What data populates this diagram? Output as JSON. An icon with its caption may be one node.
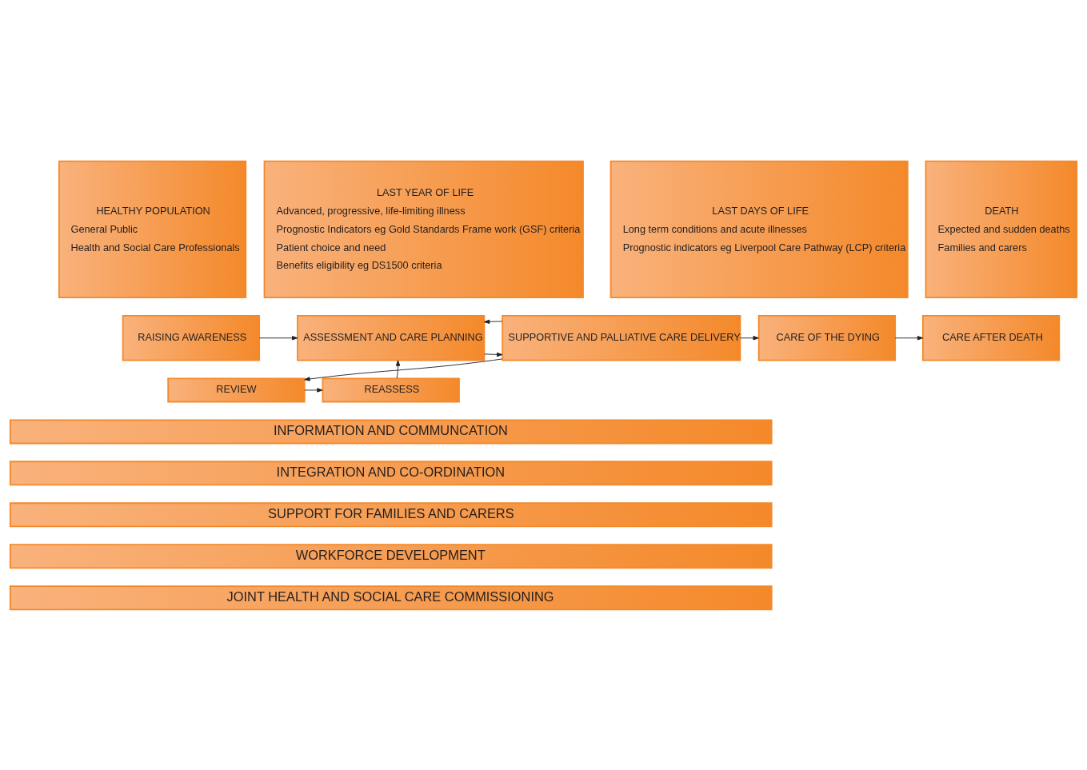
{
  "diagram": {
    "nodes": [
      {
        "text": [
          "HEALTHY POPULATION",
          "General Public",
          "Health and Social Care Professionals"
        ]
      },
      {
        "text": [
          "LAST YEAR OF LIFE",
          "Advanced, progressive, life-limiting illness",
          "Prognostic Indicators eg Gold Standards Frame work (GSF) criteria",
          "Patient choice and need",
          "Benefits eligibility eg DS1500 criteria"
        ]
      },
      {
        "text": [
          "LAST DAYS OF LIFE",
          "Long term conditions and acute illnesses",
          "Prognostic indicators eg Liverpool Care Pathway (LCP) criteria"
        ]
      },
      {
        "text": [
          "DEATH",
          "Expected and sudden deaths",
          "Families and carers"
        ]
      },
      {
        "text": [
          "RAISING AWARENESS"
        ]
      },
      {
        "text": [
          "ASSESSMENT AND CARE PLANNING"
        ]
      },
      {
        "text": [
          "SUPPORTIVE AND PALLIATIVE CARE DELIVERY"
        ]
      },
      {
        "text": [
          "CARE OF THE DYING"
        ]
      },
      {
        "text": [
          "CARE AFTER DEATH"
        ]
      },
      {
        "text": [
          "REASSESS"
        ]
      },
      {
        "text": [
          "REVIEW"
        ]
      },
      {
        "text": [
          "INFORMATION AND COMMUNCATION"
        ]
      },
      {
        "text": [
          "INTEGRATION AND CO-ORDINATION"
        ]
      },
      {
        "text": [
          "SUPPORT FOR FAMILIES AND CARERS"
        ]
      },
      {
        "text": [
          "WORKFORCE DEVELOPMENT"
        ]
      },
      {
        "text": [
          "JOINT HEALTH AND SOCIAL CARE COMMISSIONING"
        ]
      }
    ],
    "edges": [
      {
        "from": 4,
        "to": 5,
        "arrow": "to"
      },
      {
        "from": 5,
        "to": 6,
        "arrow": "to"
      },
      {
        "from": 6,
        "to": 5,
        "arrow": "to"
      },
      {
        "from": 6,
        "to": 7,
        "arrow": "to"
      },
      {
        "from": 7,
        "to": 8,
        "arrow": "to"
      },
      {
        "from": 6,
        "to": 10,
        "arrow": "to"
      },
      {
        "from": 10,
        "to": 9,
        "arrow": "to"
      },
      {
        "from": 9,
        "to": 5,
        "arrow": "to"
      }
    ]
  }
}
